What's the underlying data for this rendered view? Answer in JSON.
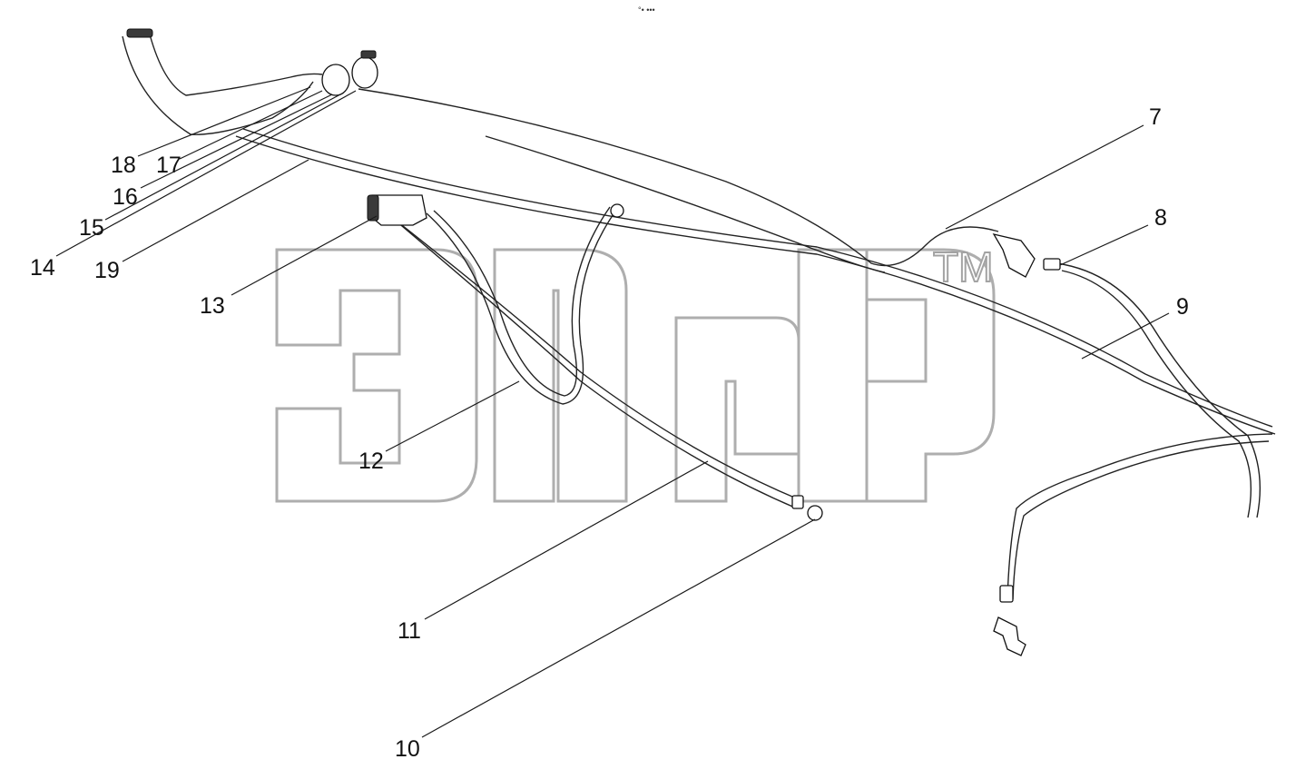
{
  "diagram": {
    "header_mark": "°• •••",
    "watermark": {
      "trademark": "TM"
    },
    "callouts": [
      {
        "id": "c7",
        "label": "7"
      },
      {
        "id": "c8",
        "label": "8"
      },
      {
        "id": "c9",
        "label": "9"
      },
      {
        "id": "c10",
        "label": "10"
      },
      {
        "id": "c11",
        "label": "11"
      },
      {
        "id": "c12",
        "label": "12"
      },
      {
        "id": "c13",
        "label": "13"
      },
      {
        "id": "c14",
        "label": "14"
      },
      {
        "id": "c15",
        "label": "15"
      },
      {
        "id": "c16",
        "label": "16"
      },
      {
        "id": "c17",
        "label": "17"
      },
      {
        "id": "c18",
        "label": "18"
      },
      {
        "id": "c19",
        "label": "19"
      }
    ]
  }
}
